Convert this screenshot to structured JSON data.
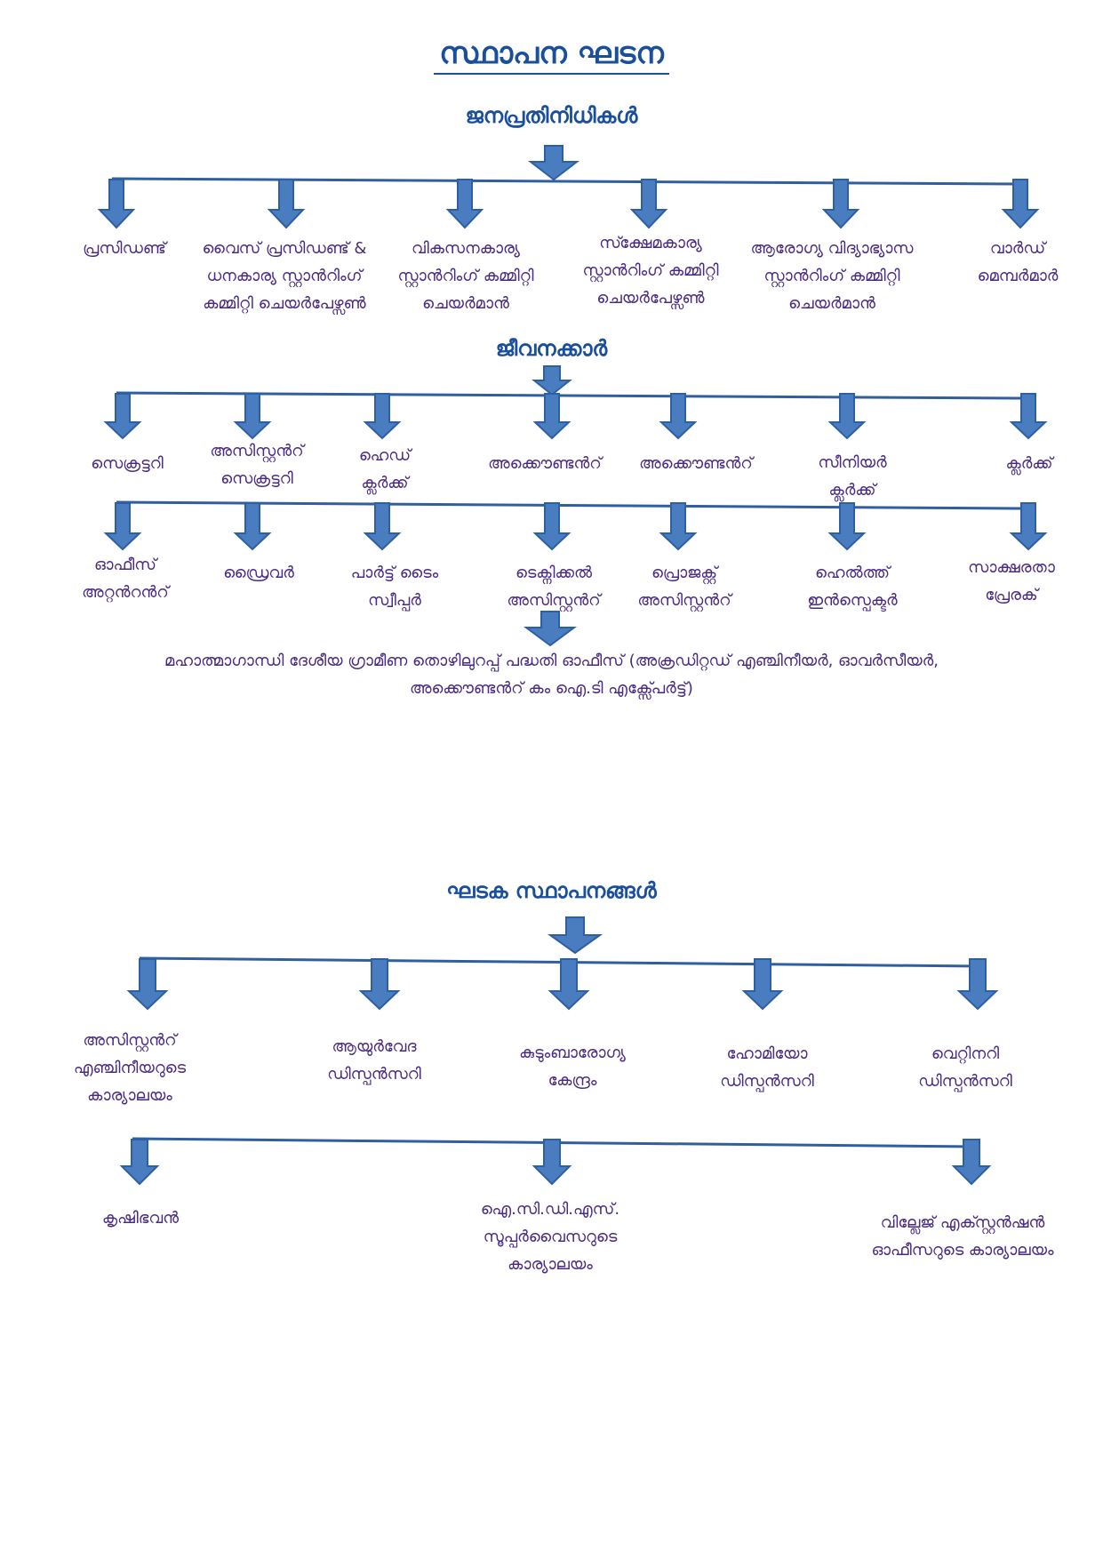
{
  "title": "സ്ഥാപന ഘടന",
  "sections": {
    "representatives": {
      "heading": "ജനപ്രതിനിധികൾ",
      "items": [
        "പ്രസിഡണ്ട്",
        "വൈസ് പ്രസിഡണ്ട് &\nധനകാര്യ സ്റ്റാൻറിംഗ്\nകമ്മിറ്റി ചെയർപേഴ്സൺ",
        "വികസനകാര്യ\nസ്റ്റാൻറിംഗ് കമ്മിറ്റി\nചെയർമാൻ",
        "സ്ക്ഷേമകാര്യ\nസ്റ്റാൻറിംഗ് കമ്മിറ്റി\nചെയർപേഴ്സൺ",
        "ആരോഗ്യ വിദ്യാഭ്യാസ\nസ്റ്റാൻറിംഗ് കമ്മിറ്റി\nചെയർമാൻ",
        "വാർഡ്\nമെമ്പർമാർ"
      ]
    },
    "staff": {
      "heading": "ജീവനക്കാർ",
      "row1": [
        "സെക്രട്ടറി",
        "അസിസ്റ്റൻറ്\nസെക്രട്ടറി",
        "ഹെഡ്\nക്ലർക്ക്",
        "അക്കൌണ്ടൻറ്",
        "അക്കൌണ്ടൻറ്",
        "സീനിയർ\nക്ലർക്ക്",
        "ക്ലർക്ക്"
      ],
      "row2": [
        "ഓഫീസ്\nഅറ്റൻറൻറ്",
        "ഡ്രൈവർ",
        "പാർട്ട് ടൈം\nസ്വീപ്പർ",
        "ടെക്നിക്കൽ\nഅസിസ്റ്റൻറ്",
        "പ്രൊജക്റ്റ്\nഅസിസ്റ്റൻറ്",
        "ഹെൽത്ത്\nഇൻസ്പെക്ടർ",
        "സാക്ഷരതാ\nപ്രേരക്"
      ],
      "note": "മഹാത്മാഗാന്ധി ദേശീയ ഗ്രാമീണ തൊഴിലുറപ്പ് പദ്ധതി ഓഫീസ് (അക്രഡിറ്റഡ് എഞ്ചിനീയർ, ഓവർസീയർ,\nഅക്കൌണ്ടൻറ് കം ഐ.ടി എക്സ്പേർട്ട്)"
    },
    "institutions": {
      "heading": "ഘടക സ്ഥാപനങ്ങൾ",
      "row1": [
        "അസിസ്റ്റൻറ്\nഎഞ്ചിനീയറുടെ\nകാര്യാലയം",
        "ആയുർവേദ\nഡിസ്പൻസറി",
        "കുടുംബാരോഗ്യ\nകേന്ദ്രം",
        "ഹോമിയോ\nഡിസ്പൻസറി",
        "വെറ്റിനറി\nഡിസ്പൻസറി"
      ],
      "row2": [
        "കൃഷിഭവൻ",
        "ഐ.സി.ഡി.എസ്.\nസൂപ്പർവൈസറുടെ\nകാര്യാലയം",
        "വില്ലേജ് എക്സ്റ്റൻഷൻ\nഓഫീസറുടെ കാര്യാലയം"
      ]
    }
  },
  "colors": {
    "line": "#2f5f9e",
    "arrow": "#4a7cc0",
    "arrow_edge": "#2c5fa3",
    "heading": "#1a4f9c",
    "label": "#4a2a85"
  }
}
